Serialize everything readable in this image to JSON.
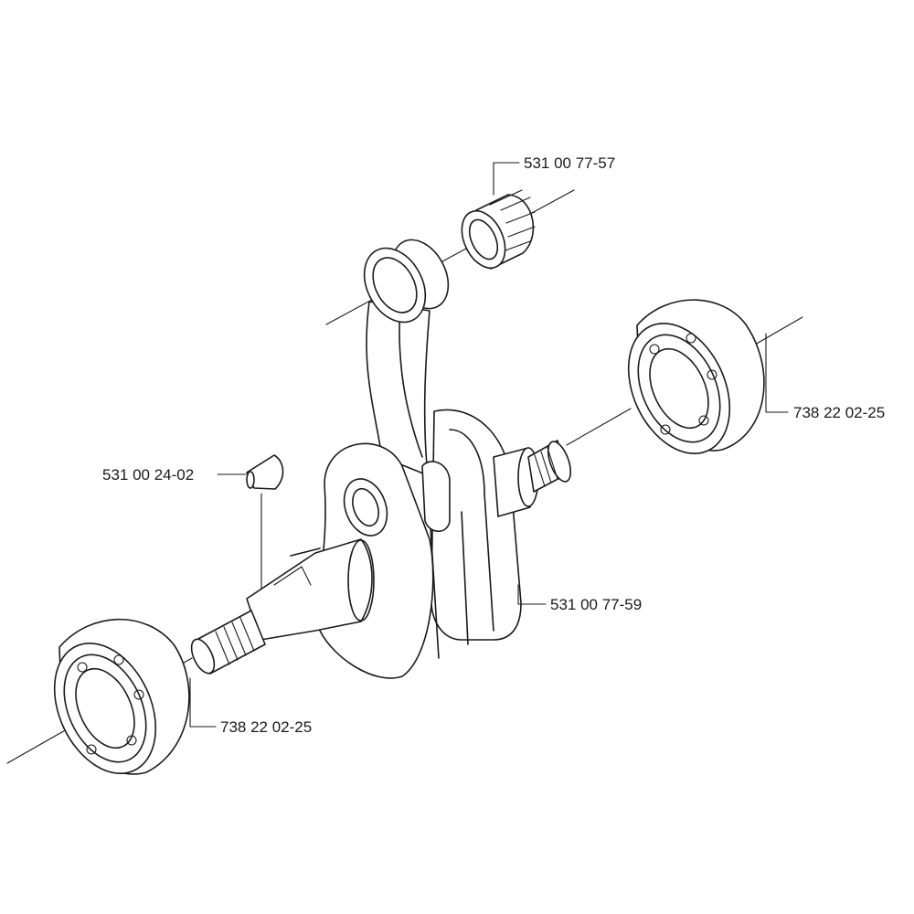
{
  "parts": {
    "needle_bearing": {
      "part_number": "531 00 77-57"
    },
    "main_bearing_right": {
      "part_number": "738 22 02-25"
    },
    "woodruff_key": {
      "part_number": "531 00 24-02"
    },
    "crankshaft": {
      "part_number": "531 00 77-59"
    },
    "main_bearing_left": {
      "part_number": "738 22 02-25"
    }
  }
}
